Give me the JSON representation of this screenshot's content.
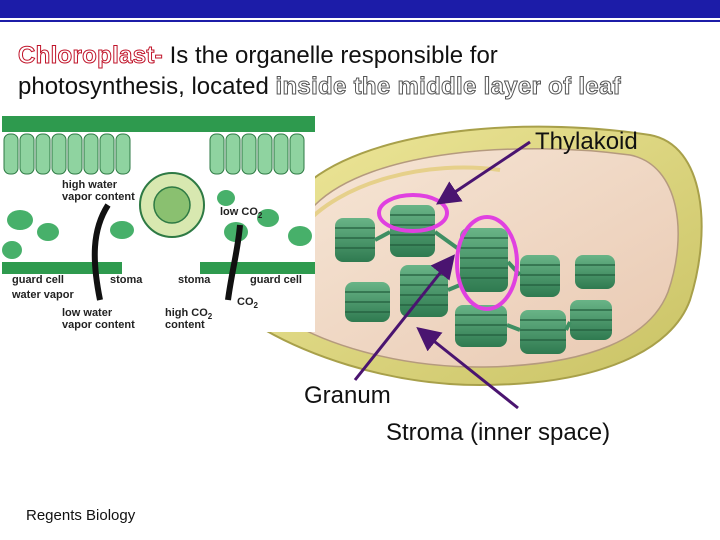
{
  "header": {
    "term": "Chloroplast-",
    "line1_rest": " Is the organelle responsible for",
    "line2_start": "photosynthesis, located ",
    "line2_highlight": "inside the middle layer of leaf"
  },
  "leaf_diagram": {
    "labels": {
      "high_water_top": "high water",
      "vapor_content_top": "vapor content",
      "low_co2": "low CO",
      "low_co2_sub": "2",
      "guard_cell_left": "guard cell",
      "stoma_left": "stoma",
      "stoma_right": "stoma",
      "guard_cell_right": "guard cell",
      "water_vapor": "water vapor",
      "co2": "CO",
      "co2_sub": "2",
      "low_water": "low water",
      "vapor_content_bottom": "vapor content",
      "high_co2": "high CO",
      "high_co2_sub": "2",
      "content": "content"
    }
  },
  "chloroplast_labels": {
    "thylakoid": "Thylakoid",
    "granum": "Granum",
    "stroma": "Stroma (inner space)"
  },
  "footer": {
    "course": "Regents Biology"
  },
  "colors": {
    "title_bar": "#1c1ca8",
    "highlight_circle": "#e040e0",
    "arrow": "#4a1470",
    "outer_membrane": "#d8d27a",
    "grana": "#3f8f63"
  }
}
